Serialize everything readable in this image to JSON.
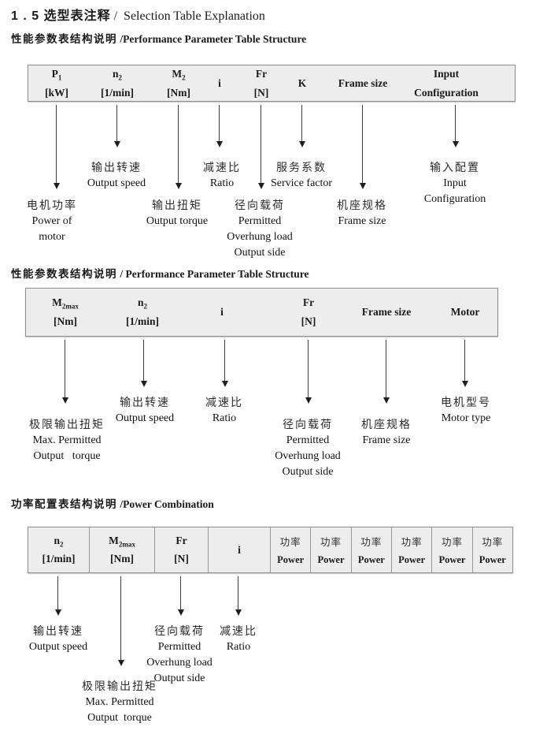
{
  "title": {
    "zh": "1 . 5 选型表注释",
    "en": " /  Selection Table Explanation"
  },
  "colors": {
    "table_background": "#ededed",
    "table_border": "#8e8e8e",
    "arrow": "#333333",
    "text": "#1a1a1a"
  },
  "sections": [
    {
      "heading": {
        "zh": "性能参数表结构说明",
        "en": " /Performance Parameter Table Structure"
      },
      "table_columns": [
        {
          "base": "P",
          "sub": "1",
          "line2": "[kW]"
        },
        {
          "base": "n",
          "sub": "2",
          "line2": "[1/min]"
        },
        {
          "base": "M",
          "sub": "2",
          "line2": "[Nm]"
        },
        {
          "base": "i"
        },
        {
          "base": "Fr",
          "line2": "[N]"
        },
        {
          "base": "K"
        },
        {
          "base": "Frame size"
        },
        {
          "base": "Input",
          "line2": "Configuration"
        }
      ],
      "callouts": [
        {
          "zh": "电机功率",
          "en1": "Power of",
          "en2": "motor"
        },
        {
          "zh": "输出转速",
          "en1": "Output speed"
        },
        {
          "zh": "输出扭矩",
          "en1": "Output torque"
        },
        {
          "zh": "减速比",
          "en1": "Ratio"
        },
        {
          "zh": "径向载荷",
          "en1": "Permitted",
          "en2": "Overhung load",
          "en3": "Output side"
        },
        {
          "zh": "服务系数",
          "en1": "Service factor"
        },
        {
          "zh": "机座规格",
          "en1": "Frame size"
        },
        {
          "zh": "输入配置",
          "en1": "Input",
          "en2": "Configuration"
        }
      ]
    },
    {
      "heading": {
        "zh": "性能参数表结构说明",
        "en": " / Performance Parameter Table Structure"
      },
      "table_columns": [
        {
          "base": "M",
          "sub": "2max",
          "line2": "[Nm]"
        },
        {
          "base": "n",
          "sub": "2",
          "line2": "[1/min]"
        },
        {
          "base": "i"
        },
        {
          "base": "Fr",
          "line2": "[N]"
        },
        {
          "base": "Frame size"
        },
        {
          "base": "Motor"
        }
      ],
      "callouts": [
        {
          "zh": "极限输出扭矩",
          "en1": "Max. Permitted",
          "en2": "Output   torque"
        },
        {
          "zh": "输出转速",
          "en1": "Output speed"
        },
        {
          "zh": "减速比",
          "en1": "Ratio"
        },
        {
          "zh": "径向载荷",
          "en1": "Permitted",
          "en2": "Overhung load",
          "en3": "Output side"
        },
        {
          "zh": "机座规格",
          "en1": "Frame size"
        },
        {
          "zh": "电机型号",
          "en1": "Motor type"
        }
      ]
    },
    {
      "heading": {
        "zh": "功率配置表结构说明",
        "en": " /Power Combination"
      },
      "table_columns": [
        {
          "base": "n",
          "sub": "2",
          "line2": "[1/min]"
        },
        {
          "base": "M",
          "sub": "2max",
          "line2": "[Nm]"
        },
        {
          "base": "Fr",
          "line2": "[N]"
        },
        {
          "base": "i"
        },
        {
          "base": "功率",
          "line2": "Power"
        },
        {
          "base": "功率",
          "line2": "Power"
        },
        {
          "base": "功率",
          "line2": "Power"
        },
        {
          "base": "功率",
          "line2": "Power"
        },
        {
          "base": "功率",
          "line2": "Power"
        },
        {
          "base": "功率",
          "line2": "Power"
        }
      ],
      "callouts": [
        {
          "zh": "输出转速",
          "en1": "Output speed"
        },
        {
          "zh": "极限输出扭矩",
          "en1": "Max. Permitted",
          "en2": "Output  torque"
        },
        {
          "zh": "径向载荷",
          "en1": "Permitted",
          "en2": "Overhung load",
          "en3": "Output side"
        },
        {
          "zh": "减速比",
          "en1": "Ratio"
        }
      ]
    }
  ]
}
